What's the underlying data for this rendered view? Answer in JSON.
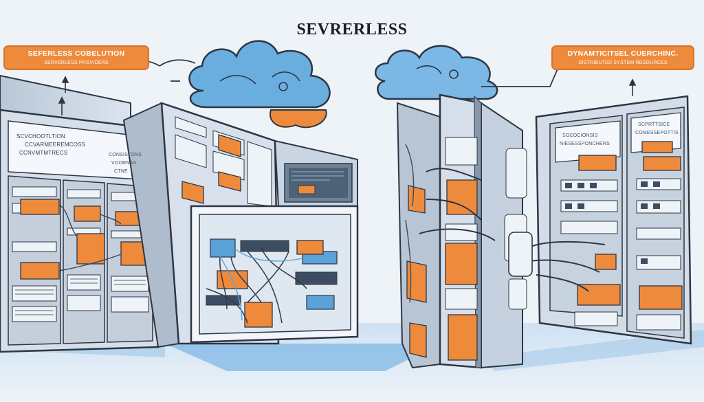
{
  "headline": "SEVRERLESS",
  "callouts": {
    "left": {
      "title": "SEFERLESS COBELUTION",
      "subtitle": "SERVERLESS PROVIDERS"
    },
    "right": {
      "title": "DYNAMTICITSEL CUERCHINC.",
      "subtitle": "DISTRIBUTED SYSTEM RESOURCES"
    }
  },
  "panel_text": {
    "left_line1": "SCVCHOOTLTION",
    "left_line2": "CCVARMEEREMCOSS",
    "left_line3": "CCNVMTMTRECS",
    "left_side1": "CONSISTONS",
    "left_side2": "VOORNAS",
    "left_side3": "CTNE",
    "right_left1": "SOCOCIONSIS",
    "right_left2": "NIESESSPONCHERS",
    "right_right1": "SCPRTTSICE",
    "right_right2": "COMESSEPOTTIS"
  },
  "colors": {
    "orange": "#ee8a3c",
    "blue": "#5aa2d8",
    "steel": "#8b97a8",
    "ink": "#2c3644",
    "background": "#eef3f8"
  },
  "icons": [
    "cloud-icon",
    "up-arrow-icon",
    "server-rack-icon",
    "cable-bundle-icon"
  ]
}
